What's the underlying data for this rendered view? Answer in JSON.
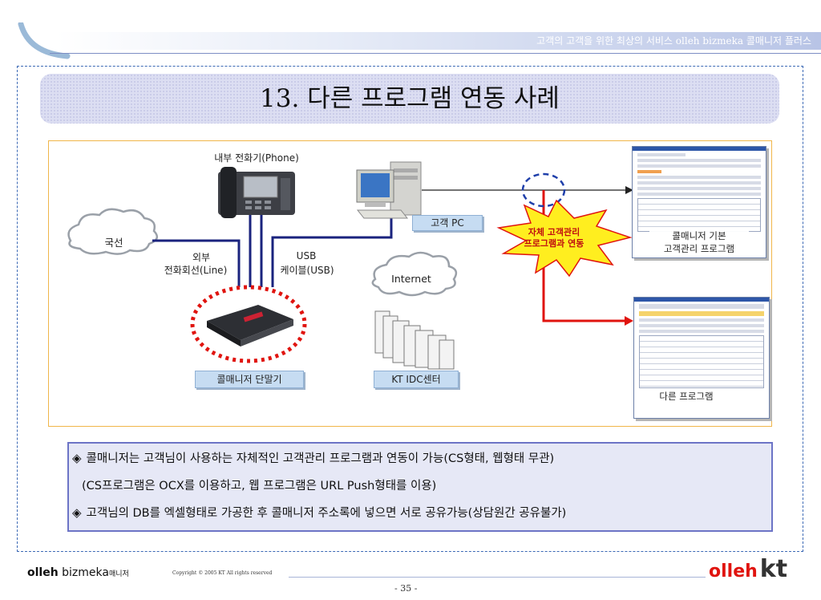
{
  "header": {
    "tagline": "고객의 고객을 위한 최상의 서비스 olleh bizmeka 콜매니저 플러스"
  },
  "title": "13. 다른 프로그램 연동 사례",
  "diagram": {
    "phone_label": "내부 전화기(Phone)",
    "cloud_trunk_label": "국선",
    "line_label_1": "외부",
    "line_label_2": "전화회선(Line)",
    "usb_label_1": "USB",
    "usb_label_2": "케이블(USB)",
    "pc_label": "고객 PC",
    "internet_label": "Internet",
    "device_label": "콜매니저 단말기",
    "idc_label": "KT IDC센터",
    "burst_line_1": "자체 고객관리",
    "burst_line_2": "프로그램과 연동",
    "shot1_line_1": "콜매니저 기본",
    "shot1_line_2": "고객관리 프로그램",
    "shot2_label": "다른 프로그램",
    "colors": {
      "line_blue": "#1a237e",
      "connector_red": "#e0140f",
      "burst_yellow": "#ffee1f",
      "frame_orange": "#f0b64a"
    }
  },
  "summary": {
    "bullet": "◈",
    "line1": "콜매니저는 고객님이 사용하는 자체적인 고객관리 프로그램과 연동이 가능(CS형태, 웹형태 무관)",
    "line2": "(CS프로그램은 OCX를 이용하고, 웹 프로그램은 URL Push형태를 이용)",
    "line3": "고객님의 DB를 엑셀형태로 가공한 후 콜매니저 주소록에 넣으면 서로 공유가능(상담원간 공유불가)"
  },
  "footer": {
    "logo_olleh": "olleh",
    "logo_bizmeka": " bizmeka",
    "logo_suffix": "매니저",
    "copyright": "Copyright © 2005 KT All rights reserved",
    "page_number": "- 35 -",
    "brand_olleh": "olleh",
    "brand_kt": "kt"
  }
}
